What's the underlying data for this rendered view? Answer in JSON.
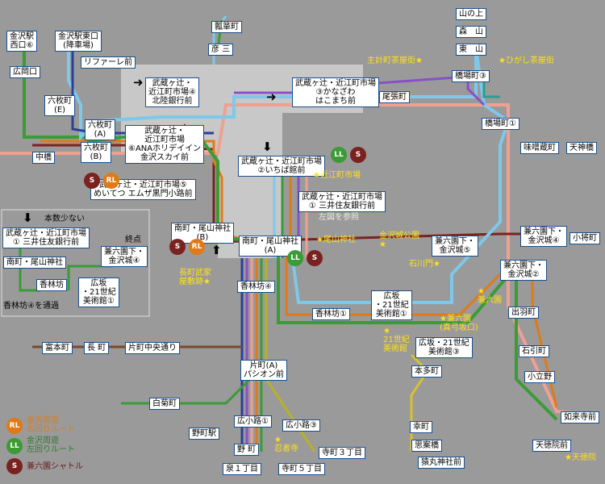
{
  "stations": {
    "kanazawa_west": "金沢駅\n西口⑥",
    "kanazawa_east": "金沢駅東口\n(降車場)",
    "hirookaguchi": "広岡口",
    "rifare": "リファーレ前",
    "rokumaicho_e": "六枚町\n(E)",
    "rokumaicho_a": "六枚町\n(A)",
    "rokumaicho_b": "六枚町\n(B)",
    "nakahashi": "中橋",
    "hikoso": "彦 三",
    "kazuemachi": "瓢箪町",
    "musashi_hokuriku": "武蔵ヶ辻・\n近江町市場④\n北陸銀行前",
    "musashi_ana": "武蔵ヶ辻・\n近江町市場\n⑥ANAホリデイイン\n金沢スカイ前",
    "musashi_kanazawa": "武蔵ヶ辻・近江町市場\n③かなざわ\nはこまち前",
    "owaricho": "尾張町",
    "yamanoue": "山の上",
    "moriyama": "森　山",
    "higashiyama": "東　山",
    "hashibacho3": "橋場町③",
    "hashibacho1": "橋場町①",
    "misokura": "味噌蔵町",
    "tenjinbashi": "天神橋",
    "musashi_meitetsu": "武蔵ヶ辻・近江町市場⑤\nめいてつ エムザ黒門小路前",
    "musashi_ichiba": "武蔵ヶ辻・近江町市場\n②いちば館前",
    "musashi_mitsui": "武蔵ヶ辻・近江町市場\n① 三井住友銀行前",
    "minamicho_b": "南町・尾山神社\n(B)",
    "minamicho_a": "南町・尾山神社\n(A)",
    "kourinbo4": "香林坊④",
    "kourinbo1": "香林坊①",
    "hirosaka_21_1": "広坂\n・21世紀\n美術館①",
    "hirosaka_21_3": "広坂・21世紀\n美術館③",
    "kenrokuen_shita5": "兼六園下・\n金沢城⑤",
    "kenrokuen_shita4": "兼六園下・\n金沢城④",
    "kenrokuen_shita2": "兼六園下・\n金沢城②",
    "kosho": "小将町",
    "dewamachi": "出羽町",
    "ishibikicho": "石引町",
    "kotatsuno": "小立野",
    "nyoraiji": "如来寺前",
    "tentokuin": "天徳院前",
    "honda": "本多町",
    "saiwaicho": "幸町",
    "shiankyo": "思案橋",
    "sarumaru": "猿丸神社前",
    "tomimotocho": "富本町",
    "nagamachi": "長 町",
    "katamachi_chuo": "片町中央通り",
    "katamachi_a": "片町(A)\nパシオン前",
    "shiraumecho": "白菊町",
    "nomachi_st": "野町駅",
    "hirokoji1": "広小路①",
    "hirokoji3": "広小路③",
    "nomachi": "野 町",
    "izumi1": "泉１丁目",
    "teramachi3": "寺町３丁目",
    "teramachi5": "寺町５丁目"
  },
  "landmarks": {
    "kazuemachi_chaya": "主計町茶屋街★",
    "higashi_chaya": "★ひがし茶屋街",
    "omicho_market": "★近江町市場",
    "oyama_shrine": "★尾山神社",
    "kanazawa_castle": "金沢城公園\n★",
    "ishikawa_gate": "石川門★",
    "kenrokuen": "★\n兼六園",
    "kenrokuen_mayumizaka": "★兼六園\n(真弓坂口)",
    "museum21": "★\n21世紀\n美術館",
    "nagamachi_samurai": "長町武家\n屋敷跡★",
    "ninja_temple": "★\n忍者寺",
    "tentokuin_lm": "★天徳院"
  },
  "notes": {
    "see_lower": "左図を参照",
    "inset_title": "本数少ない",
    "inset_terminal": "終点",
    "inset_stop1": "武蔵ヶ辻・近江町市場\n① 三井住友銀行前",
    "inset_stop2": "南町・尾山神社",
    "inset_stop3": "香林坊",
    "inset_stop4": "広坂\n・21世紀\n美術館①",
    "inset_stop5": "兼六園下・\n金沢城④",
    "inset_pass": "香林坊④を通過"
  },
  "legend": {
    "rl_badge": "RL",
    "ll_badge": "LL",
    "s_badge": "S",
    "rl_label": "金沢周遊\n右回りルート",
    "ll_label": "金沢周遊\n左回りルート",
    "s_label": "兼六園シャトル"
  },
  "colors": {
    "background": "#9a9a9a",
    "right_loop": "#e07a18",
    "left_loop": "#3b9b35",
    "shuttle": "#7a2220",
    "line_blue": "#7ec8ea",
    "line_purple": "#8a4fc8",
    "line_salmon": "#f0a090",
    "line_navy": "#2d3f9a",
    "line_olive": "#b8b028",
    "landmark": "#ffe01a"
  }
}
